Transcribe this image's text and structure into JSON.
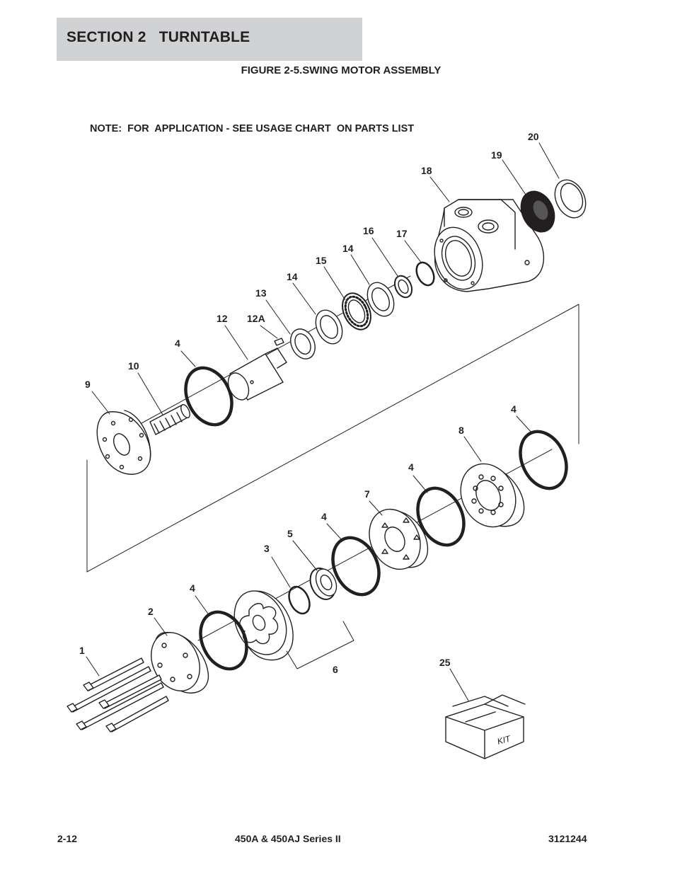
{
  "header": {
    "section_title": "SECTION 2   TURNTABLE",
    "figure_title": "FIGURE 2-5.SWING MOTOR ASSEMBLY"
  },
  "note": "NOTE:  FOR  APPLICATION - SEE USAGE CHART  ON PARTS LIST",
  "callouts": {
    "c1": "1",
    "c2": "2",
    "c3": "3",
    "c4a": "4",
    "c4b": "4",
    "c4c": "4",
    "c4d": "4",
    "c4e": "4",
    "c5": "5",
    "c6": "6",
    "c7": "7",
    "c8": "8",
    "c9": "9",
    "c10": "10",
    "c12": "12",
    "c12a": "12A",
    "c13": "13",
    "c14a": "14",
    "c14b": "14",
    "c15": "15",
    "c16": "16",
    "c17": "17",
    "c18": "18",
    "c19": "19",
    "c20": "20",
    "c25": "25"
  },
  "kit_label": "KIT",
  "footer": {
    "page_number": "2-12",
    "model": "450A & 450AJ Series II",
    "doc_number": "3121244"
  }
}
